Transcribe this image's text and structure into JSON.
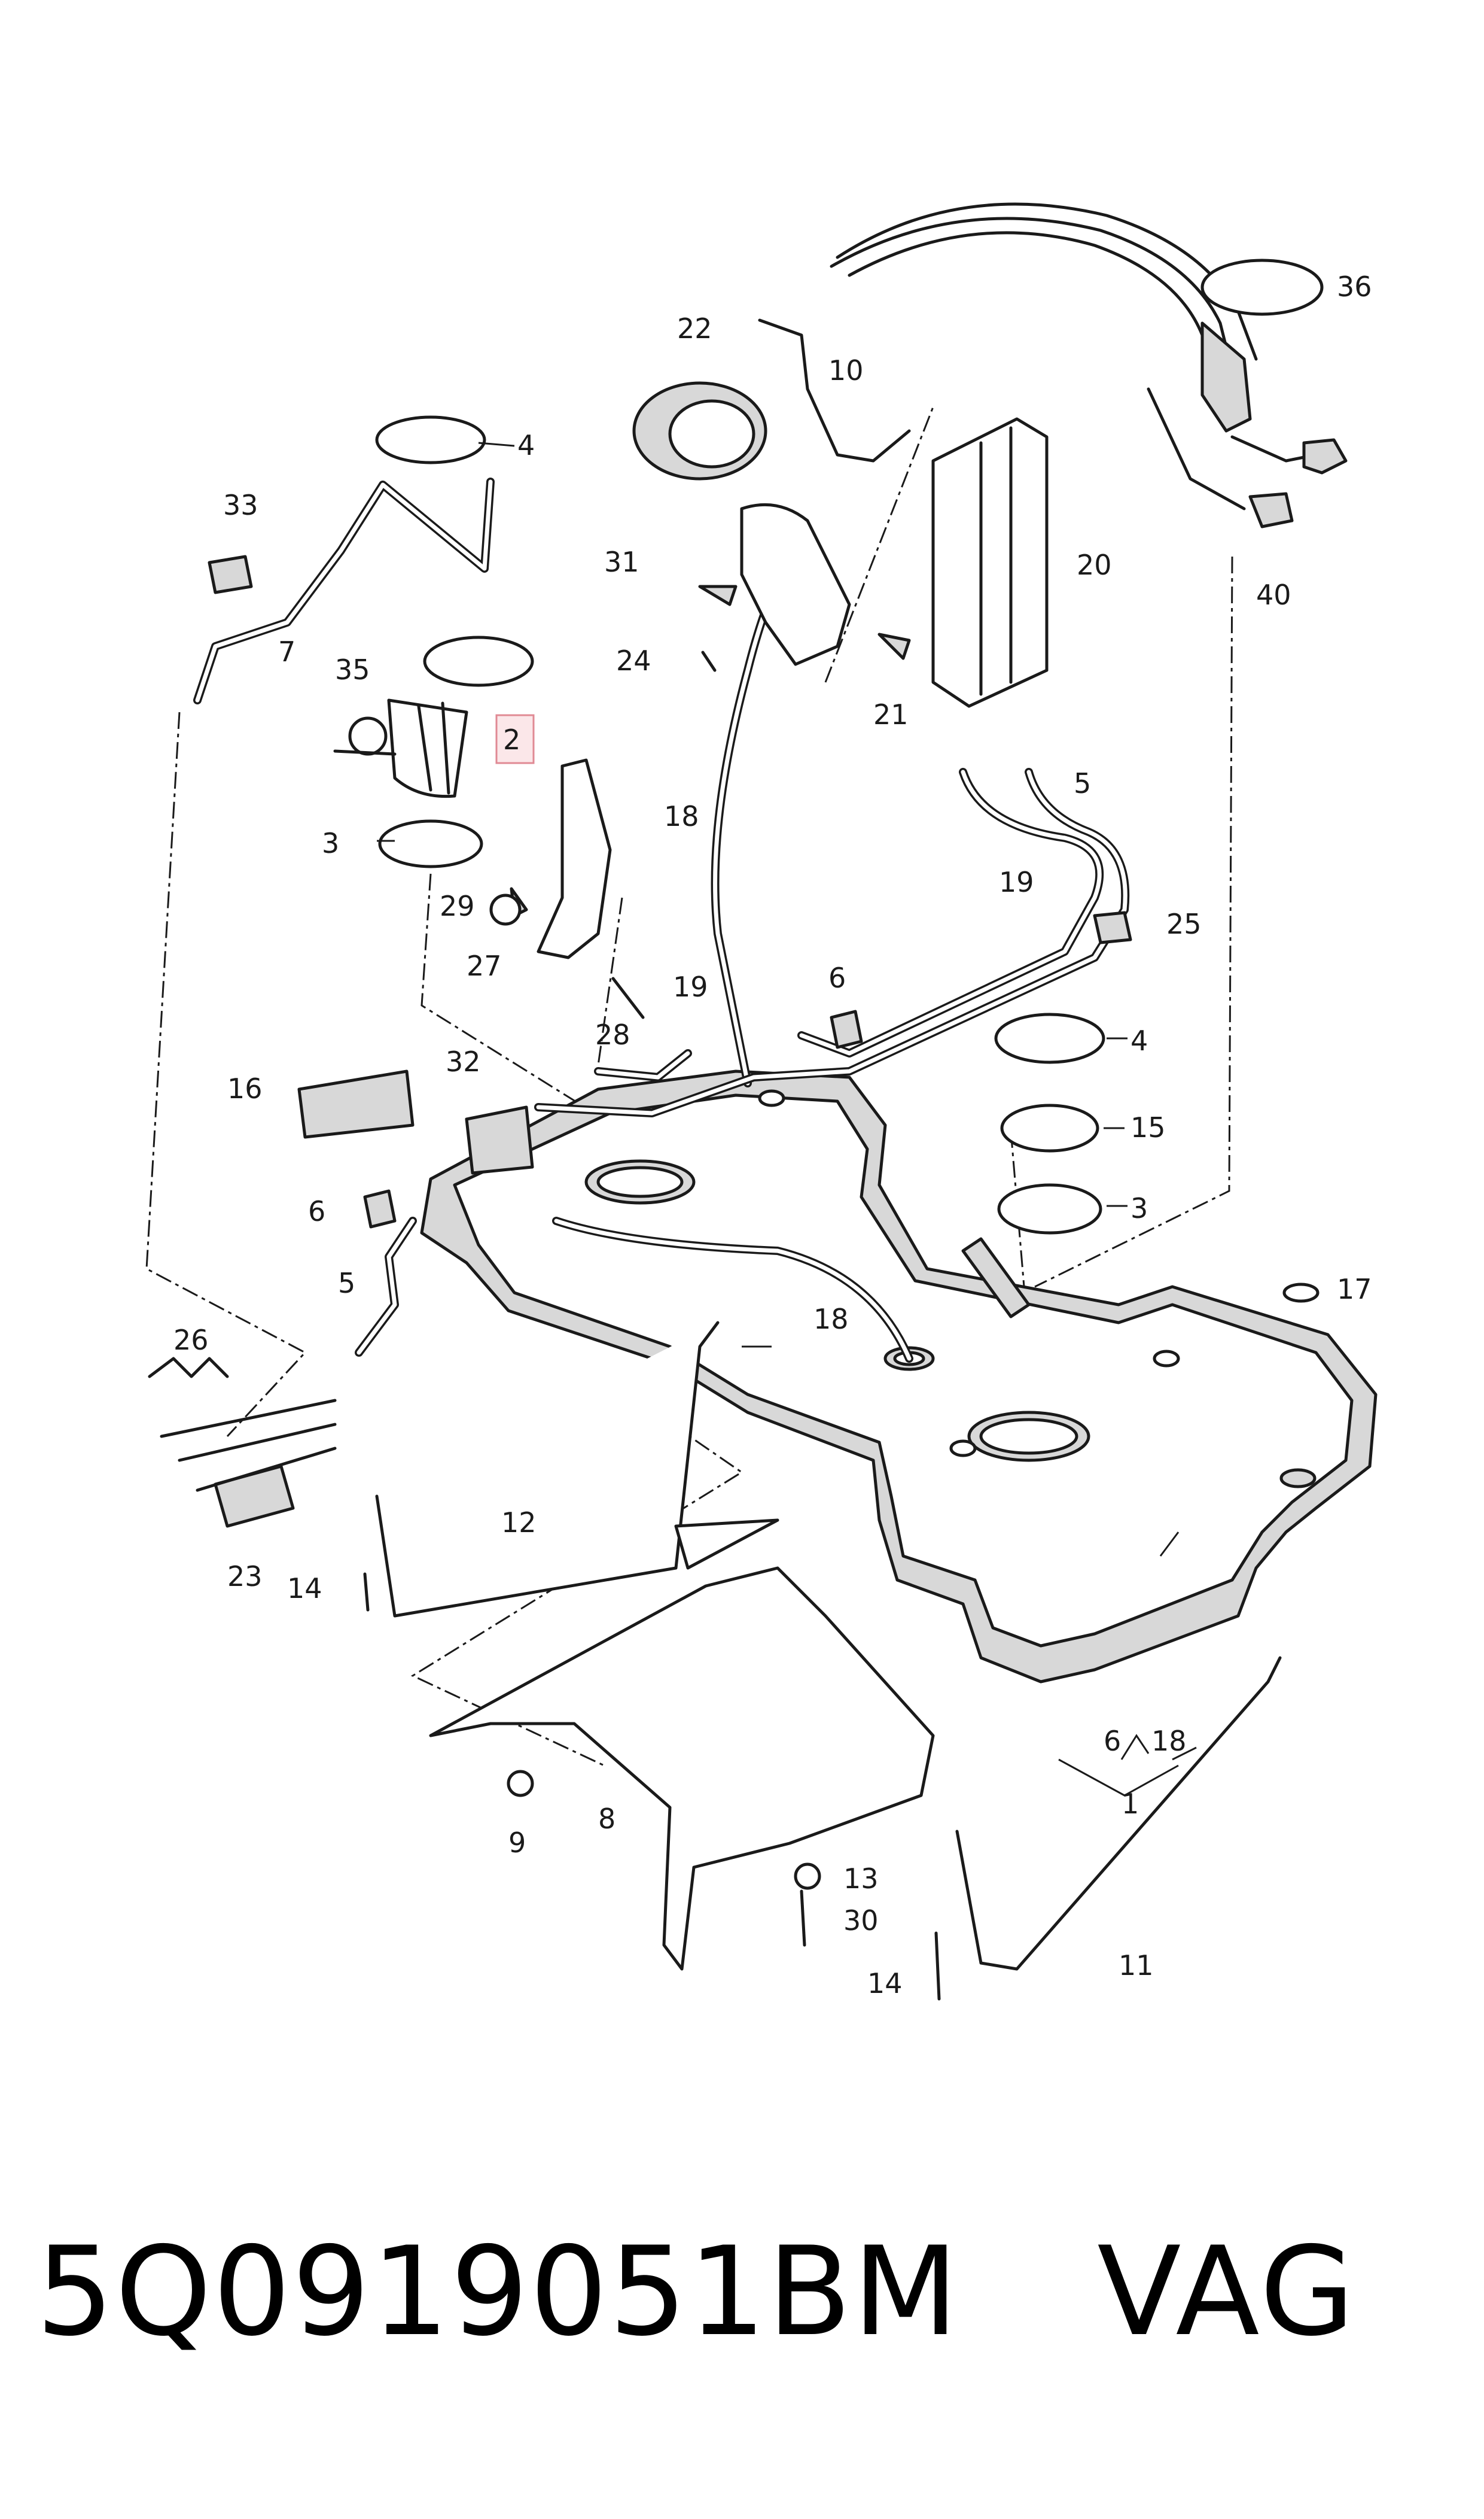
{
  "callouts": {
    "c1": "1",
    "c2": "2",
    "c3a": "3",
    "c3b": "3",
    "c4a": "4",
    "c4b": "4",
    "c5a": "5",
    "c5b": "5",
    "c6a": "6",
    "c6b": "6",
    "c6c": "6",
    "c7": "7",
    "c8": "8",
    "c9": "9",
    "c10": "10",
    "c11": "11",
    "c12": "12",
    "c13": "13",
    "c14a": "14",
    "c14b": "14",
    "c15": "15",
    "c16": "16",
    "c17": "17",
    "c18a": "18",
    "c18b": "18",
    "c18c": "18",
    "c19a": "19",
    "c19b": "19",
    "c20": "20",
    "c21": "21",
    "c22": "22",
    "c23": "23",
    "c24": "24",
    "c25": "25",
    "c26": "26",
    "c27": "27",
    "c28": "28",
    "c29": "29",
    "c30": "30",
    "c31": "31",
    "c32": "32",
    "c33": "33",
    "c35": "35",
    "c36": "36",
    "c40": "40"
  },
  "highlighted_callout": "2",
  "footer": {
    "part_number": "5Q0919051BM",
    "brand": "VAG"
  },
  "colors": {
    "line": "#1a1a1a",
    "highlight_fill": "#fbe7e9",
    "highlight_stroke": "#e08a94",
    "tank_shade": "#d8d8d8"
  }
}
